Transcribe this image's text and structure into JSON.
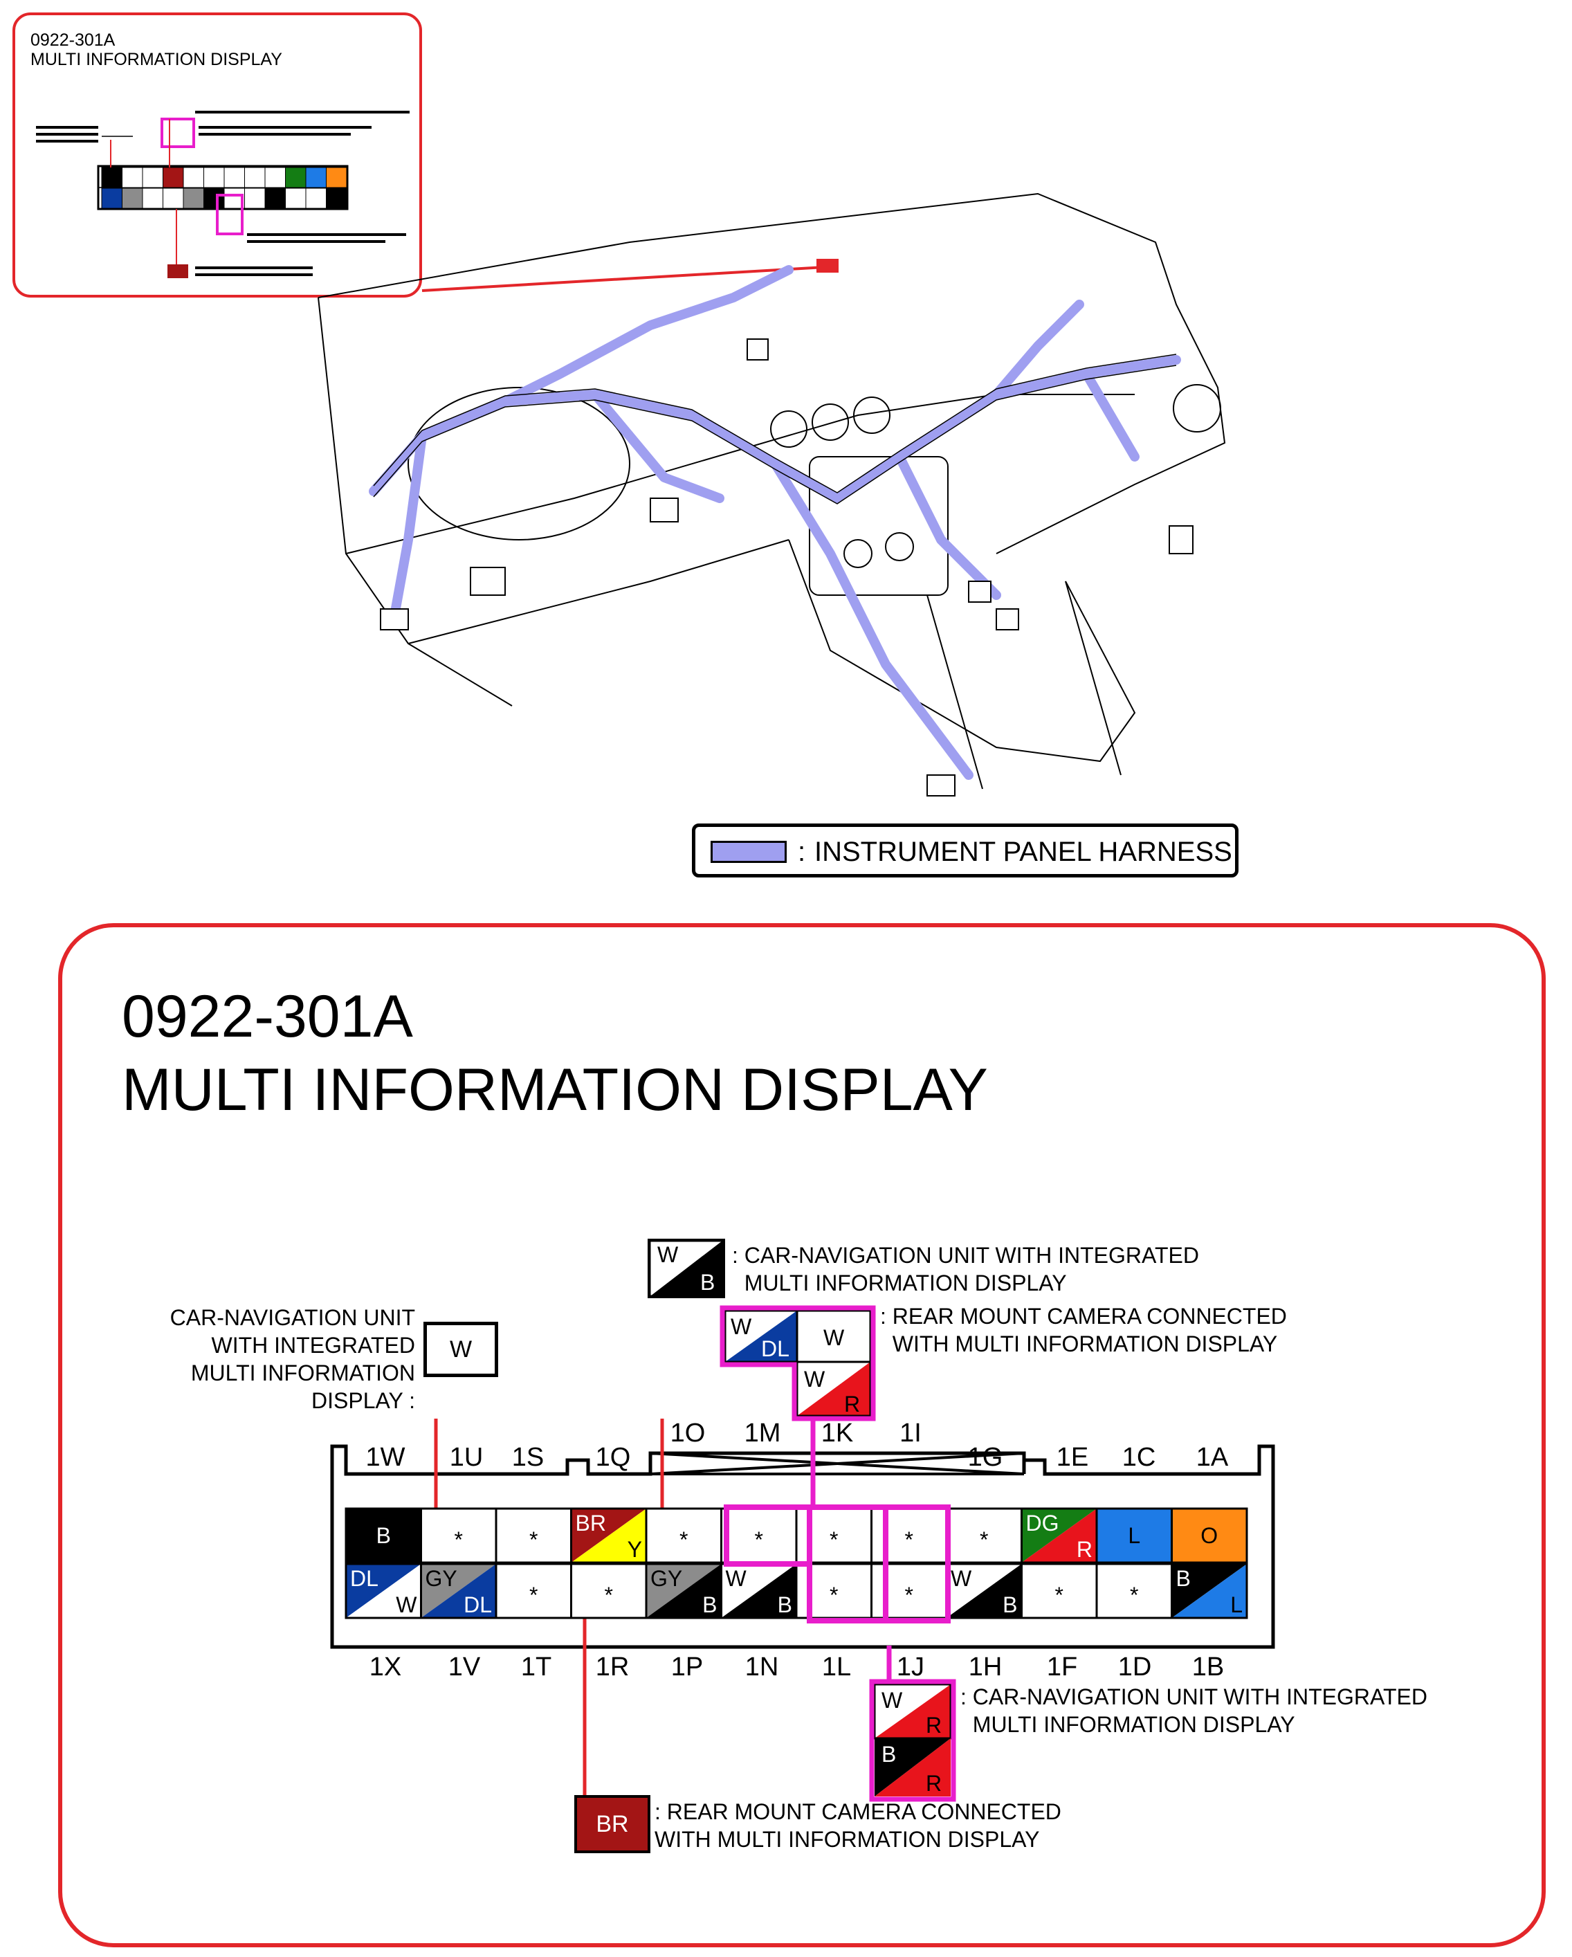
{
  "thumbnail": {
    "code": "0922-301A",
    "name": "MULTI INFORMATION DISPLAY"
  },
  "detail": {
    "code": "0922-301A",
    "name": "MULTI INFORMATION DISPLAY"
  },
  "legend": {
    "separator": ":",
    "label": "INSTRUMENT PANEL HARNESS",
    "swatch_color": "#9f9ff0"
  },
  "colors": {
    "callout_red": "#e3262a",
    "highlight_magenta": "#e81ecb",
    "harness_blue": "#9f9ff0"
  },
  "callouts": {
    "left_text": "CAR-NAVIGATION UNIT\nWITH INTEGRATED\nMULTI INFORMATION\nDISPLAY :",
    "left_box": "W",
    "top_box_top": "W",
    "top_box_bottom": "B",
    "top_text": ": CAR-NAVIGATION UNIT WITH INTEGRATED\n  MULTI INFORMATION DISPLAY",
    "magenta_top": {
      "a_top": "W",
      "a_bottom": "DL",
      "b": "W",
      "c_top": "W",
      "c_bottom": "R"
    },
    "magenta_top_text": ": REAR MOUNT CAMERA CONNECTED\n  WITH MULTI INFORMATION DISPLAY",
    "magenta_bottom": {
      "a_top": "W",
      "a_bottom": "R",
      "b_top": "B",
      "b_bottom": "R"
    },
    "magenta_bottom_text": ": CAR-NAVIGATION UNIT WITH INTEGRATED\n  MULTI INFORMATION DISPLAY",
    "bottom_box": "BR",
    "bottom_text": ": REAR MOUNT CAMERA CONNECTED\nWITH MULTI INFORMATION DISPLAY"
  },
  "connector": {
    "top_labels": [
      "1W",
      "1U",
      "1S",
      "1Q",
      "1O",
      "1M",
      "1K",
      "1I",
      "1G",
      "1E",
      "1C",
      "1A"
    ],
    "bottom_labels": [
      "1X",
      "1V",
      "1T",
      "1R",
      "1P",
      "1N",
      "1L",
      "1J",
      "1H",
      "1F",
      "1D",
      "1B"
    ],
    "top_row": [
      {
        "pin": "1W",
        "type": "solid",
        "c1": "#000000",
        "t1": "B"
      },
      {
        "pin": "1U",
        "type": "star",
        "t1": "*"
      },
      {
        "pin": "1S",
        "type": "star",
        "t1": "*"
      },
      {
        "pin": "1Q",
        "type": "split",
        "c1": "#a31515",
        "c2": "#ffff00",
        "t1": "BR",
        "t2": "Y"
      },
      {
        "pin": "1O",
        "type": "star",
        "t1": "*"
      },
      {
        "pin": "1M",
        "type": "star",
        "t1": "*"
      },
      {
        "pin": "1K",
        "type": "star",
        "t1": "*"
      },
      {
        "pin": "1I",
        "type": "star",
        "t1": "*"
      },
      {
        "pin": "1G",
        "type": "star",
        "t1": "*"
      },
      {
        "pin": "1E",
        "type": "split",
        "c1": "#147d14",
        "c2": "#e8141c",
        "t1": "DG",
        "t2": "R"
      },
      {
        "pin": "1C",
        "type": "solid",
        "c1": "#1e7be6",
        "t1": "L"
      },
      {
        "pin": "1A",
        "type": "solid",
        "c1": "#ff8a14",
        "t1": "O"
      }
    ],
    "bottom_row": [
      {
        "pin": "1X",
        "type": "split",
        "c1": "#0a3ca0",
        "c2": "#ffffff",
        "t1": "DL",
        "t2": "W"
      },
      {
        "pin": "1V",
        "type": "split",
        "c1": "#8c8c8c",
        "c2": "#0a3ca0",
        "t1": "GY",
        "t2": "DL"
      },
      {
        "pin": "1T",
        "type": "star",
        "t1": "*"
      },
      {
        "pin": "1R",
        "type": "star",
        "t1": "*"
      },
      {
        "pin": "1P",
        "type": "split",
        "c1": "#8c8c8c",
        "c2": "#000000",
        "t1": "GY",
        "t2": "B"
      },
      {
        "pin": "1N",
        "type": "split",
        "c1": "#ffffff",
        "c2": "#000000",
        "t1": "W",
        "t2": "B"
      },
      {
        "pin": "1L",
        "type": "star",
        "t1": "*"
      },
      {
        "pin": "1J",
        "type": "star",
        "t1": "*"
      },
      {
        "pin": "1H",
        "type": "split",
        "c1": "#ffffff",
        "c2": "#000000",
        "t1": "W",
        "t2": "B"
      },
      {
        "pin": "1F",
        "type": "star",
        "t1": "*"
      },
      {
        "pin": "1D",
        "type": "star",
        "t1": "*"
      },
      {
        "pin": "1B",
        "type": "split",
        "c1": "#000000",
        "c2": "#1e7be6",
        "t1": "B",
        "t2": "L"
      }
    ]
  }
}
